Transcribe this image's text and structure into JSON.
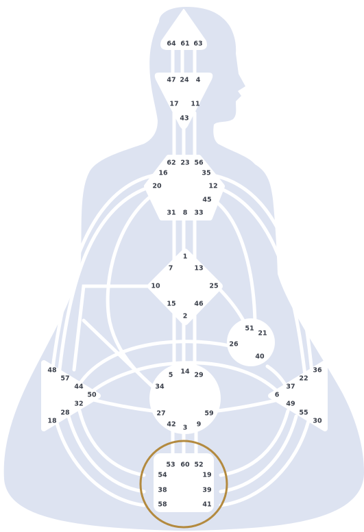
{
  "colors": {
    "background": "#ffffff",
    "silhouette": "#dde3f1",
    "channel": "#ffffff",
    "center_fill": "#ffffff",
    "gate_text": "#3a3f4a",
    "highlight_ring": "#b38a3f"
  },
  "centers": {
    "head": {
      "gates": [
        "64",
        "61",
        "63"
      ]
    },
    "ajna": {
      "gates": [
        "47",
        "24",
        "4",
        "17",
        "11",
        "43"
      ]
    },
    "throat": {
      "gates": [
        "62",
        "23",
        "56",
        "16",
        "35",
        "20",
        "12",
        "45",
        "31",
        "8",
        "33"
      ]
    },
    "g": {
      "gates": [
        "1",
        "7",
        "13",
        "10",
        "25",
        "15",
        "46",
        "2"
      ]
    },
    "ego": {
      "gates": [
        "51",
        "21",
        "26",
        "40"
      ]
    },
    "spleen": {
      "gates": [
        "48",
        "57",
        "44",
        "50",
        "32",
        "28",
        "18"
      ]
    },
    "sacral": {
      "gates": [
        "5",
        "14",
        "29",
        "34",
        "27",
        "59",
        "42",
        "3",
        "9"
      ]
    },
    "solar": {
      "gates": [
        "36",
        "22",
        "37",
        "6",
        "49",
        "55",
        "30"
      ]
    },
    "root": {
      "gates": [
        "53",
        "60",
        "52",
        "54",
        "19",
        "38",
        "39",
        "58",
        "41"
      ],
      "highlighted": true
    }
  }
}
